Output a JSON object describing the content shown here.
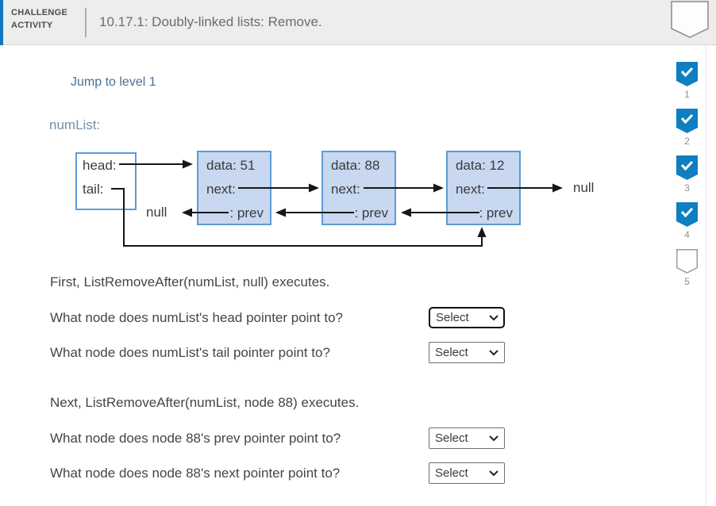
{
  "header": {
    "challenge_label_line1": "CHALLENGE",
    "challenge_label_line2": "ACTIVITY",
    "title": "10.17.1: Doubly-linked lists: Remove."
  },
  "progress_rail": {
    "items": [
      {
        "level": "1",
        "completed": true
      },
      {
        "level": "2",
        "completed": true
      },
      {
        "level": "3",
        "completed": true
      },
      {
        "level": "4",
        "completed": true
      },
      {
        "level": "5",
        "completed": false
      }
    ]
  },
  "content": {
    "jump_link": "Jump to level 1",
    "list_label": "numList:",
    "diagram": {
      "head_label": "head:",
      "tail_label": "tail:",
      "null_left": "null",
      "null_right": "null",
      "nodes": [
        {
          "data": "data: 51",
          "next": "next:",
          "prev": ": prev"
        },
        {
          "data": "data: 88",
          "next": "next:",
          "prev": ": prev"
        },
        {
          "data": "data: 12",
          "next": "next:",
          "prev": ": prev"
        }
      ]
    },
    "sections": [
      {
        "statement": "First, ListRemoveAfter(numList, null) executes.",
        "questions": [
          {
            "text": "What node does numList's head pointer point to?",
            "select": "Select"
          },
          {
            "text": "What node does numList's tail pointer point to?",
            "select": "Select"
          }
        ]
      },
      {
        "statement": "Next, ListRemoveAfter(numList, node 88) executes.",
        "questions": [
          {
            "text": "What node does node 88's prev pointer point to?",
            "select": "Select"
          },
          {
            "text": "What node does node 88's next pointer point to?",
            "select": "Select"
          }
        ]
      }
    ]
  },
  "colors": {
    "accent_blue": "#1278be",
    "badge_blue": "#0e7fc1",
    "node_fill": "#c7d8f0",
    "node_border": "#5b9bd5",
    "link_blue": "#4a7093"
  }
}
